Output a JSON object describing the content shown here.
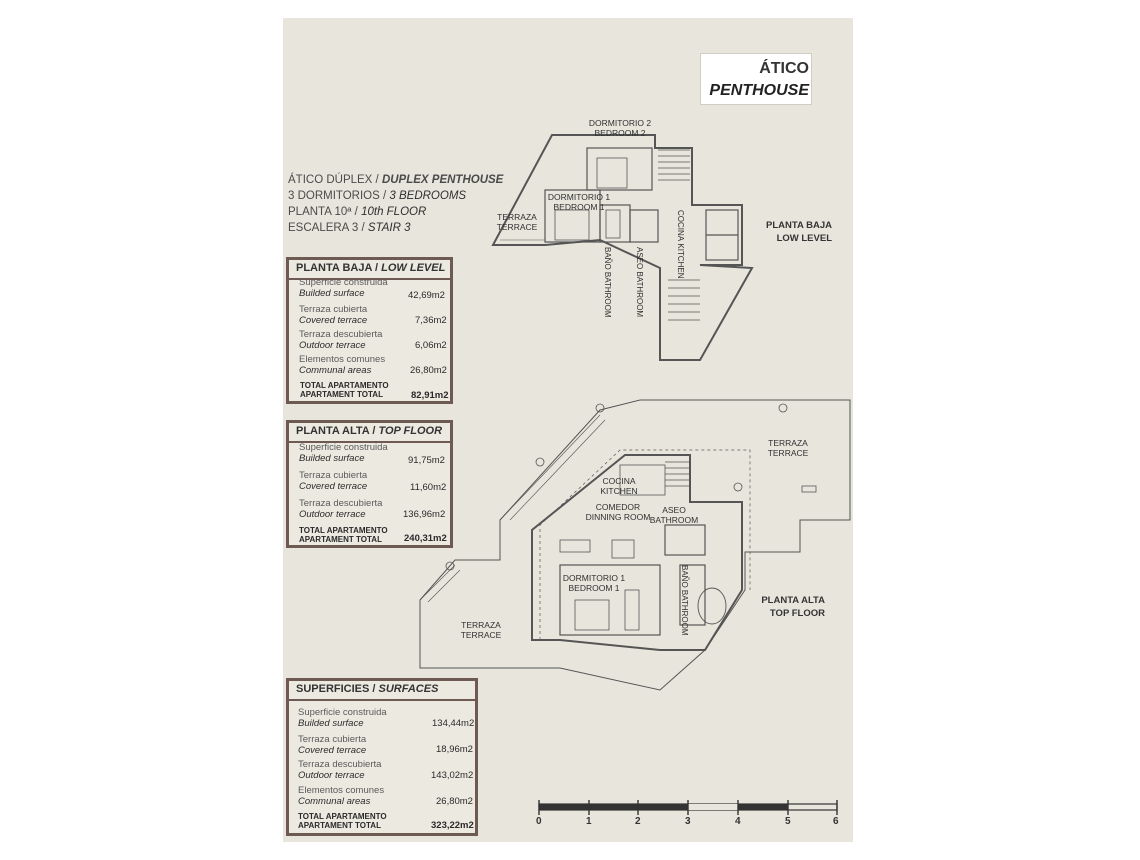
{
  "title": {
    "es": "ÁTICO",
    "en": "PENTHOUSE"
  },
  "apartment": {
    "type_es": "ÁTICO DÚPLEX / ",
    "type_en": "DUPLEX PENTHOUSE",
    "rooms_es": "3 DORMITORIOS / ",
    "rooms_en": "3 BEDROOMS",
    "floor_es": "PLANTA 10ª / ",
    "floor_en": "10th FLOOR",
    "stair_es": "ESCALERA 3 / ",
    "stair_en": "STAIR 3"
  },
  "low_level_table": {
    "title_es": "PLANTA BAJA / ",
    "title_en": "LOW LEVEL",
    "rows": [
      {
        "es": "Superficie construida",
        "en": "Builded surface",
        "value": "42,69m2"
      },
      {
        "es": "Terraza cubierta",
        "en": "Covered terrace",
        "value": "7,36m2"
      },
      {
        "es": "Terraza descubierta",
        "en": "Outdoor terrace",
        "value": "6,06m2"
      },
      {
        "es": "Elementos comunes",
        "en": "Communal areas",
        "value": "26,80m2"
      }
    ],
    "total_es": "TOTAL APARTAMENTO",
    "total_en": "APARTAMENT TOTAL",
    "total_value": "82,91m2"
  },
  "top_floor_table": {
    "title_es": "PLANTA ALTA / ",
    "title_en": "TOP FLOOR",
    "rows": [
      {
        "es": "Superficie construida",
        "en": "Builded surface",
        "value": "91,75m2"
      },
      {
        "es": "Terraza cubierta",
        "en": "Covered terrace",
        "value": "11,60m2"
      },
      {
        "es": "Terraza descubierta",
        "en": "Outdoor terrace",
        "value": "136,96m2"
      }
    ],
    "total_es": "TOTAL APARTAMENTO",
    "total_en": "APARTAMENT TOTAL",
    "total_value": "240,31m2"
  },
  "surfaces_table": {
    "title_es": "SUPERFICIES / ",
    "title_en": "SURFACES",
    "rows": [
      {
        "es": "Superficie construida",
        "en": "Builded surface",
        "value": "134,44m2"
      },
      {
        "es": "Terraza cubierta",
        "en": "Covered terrace",
        "value": "18,96m2"
      },
      {
        "es": "Terraza descubierta",
        "en": "Outdoor terrace",
        "value": "143,02m2"
      },
      {
        "es": "Elementos comunes",
        "en": "Communal areas",
        "value": "26,80m2"
      }
    ],
    "total_es": "TOTAL APARTAMENTO",
    "total_en": "APARTAMENT TOTAL",
    "total_value": "323,22m2"
  },
  "low_plan": {
    "level_es": "PLANTA BAJA",
    "level_en": "LOW LEVEL",
    "bedroom2_es": "DORMITORIO 2",
    "bedroom2_en": "BEDROOM 2",
    "bedroom1_es": "DORMITORIO 1",
    "bedroom1_en": "BEDROOM 1",
    "terrace_es": "TERRAZA",
    "terrace_en": "TERRACE",
    "kitchen_es": "COCINA",
    "kitchen_en": "KITCHEN",
    "bath_es": "BAÑO",
    "bath_en": "BATHROOM",
    "aseo_es": "ASEO",
    "aseo_en": "BATHROOM"
  },
  "top_plan": {
    "level_es": "PLANTA ALTA",
    "level_en": "TOP FLOOR",
    "terrace_es": "TERRAZA",
    "terrace_en": "TERRACE",
    "terrace2_es": "TERRAZA",
    "terrace2_en": "TERRACE",
    "kitchen_es": "COCINA",
    "kitchen_en": "KITCHEN",
    "dining_es": "COMEDOR",
    "dining_en": "DINNING ROOM",
    "aseo_es": "ASEO",
    "aseo_en": "BATHROOM",
    "bedroom1_es": "DORMITORIO 1",
    "bedroom1_en": "BEDROOM 1",
    "bath_es": "BAÑO",
    "bath_en": "BATHROOM"
  },
  "scale": {
    "ticks": [
      "0",
      "1",
      "2",
      "3",
      "4",
      "5",
      "6"
    ]
  },
  "colors": {
    "border": "#6e5a52",
    "sheet": "#e8e6dc",
    "wall": "#555555"
  }
}
